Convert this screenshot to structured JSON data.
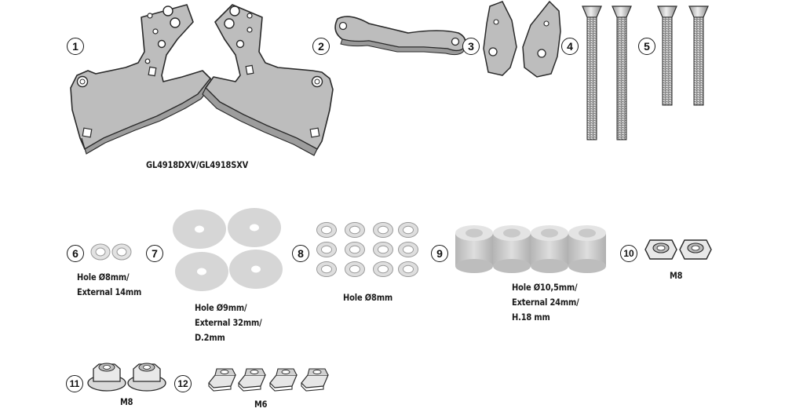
{
  "callouts": {
    "n1": "1",
    "n2": "2",
    "n3": "3",
    "n4": "4",
    "n5": "5",
    "n6": "6",
    "n7": "7",
    "n8": "8",
    "n9": "9",
    "n10": "10",
    "n11": "11",
    "n12": "12"
  },
  "labels": {
    "brackets_code": "GL4918DXV/GL4918SXV",
    "item6": [
      "Hole Ø8mm/",
      "External 14mm"
    ],
    "item7": [
      "Hole Ø9mm/",
      "External 32mm/",
      "D.2mm"
    ],
    "item8": "Hole Ø8mm",
    "item9": [
      "Hole Ø10,5mm/",
      "External 24mm/",
      "H.18 mm"
    ],
    "item10": "M8",
    "item11": "M8",
    "item12": "M6"
  },
  "colors": {
    "plate_fill": "#bdbdbd",
    "plate_stroke": "#2a2a2a",
    "washer_fill": "#d8d8d8",
    "spacer_fill": "#cfcfcf",
    "callout_stroke": "#1a1a1a"
  }
}
